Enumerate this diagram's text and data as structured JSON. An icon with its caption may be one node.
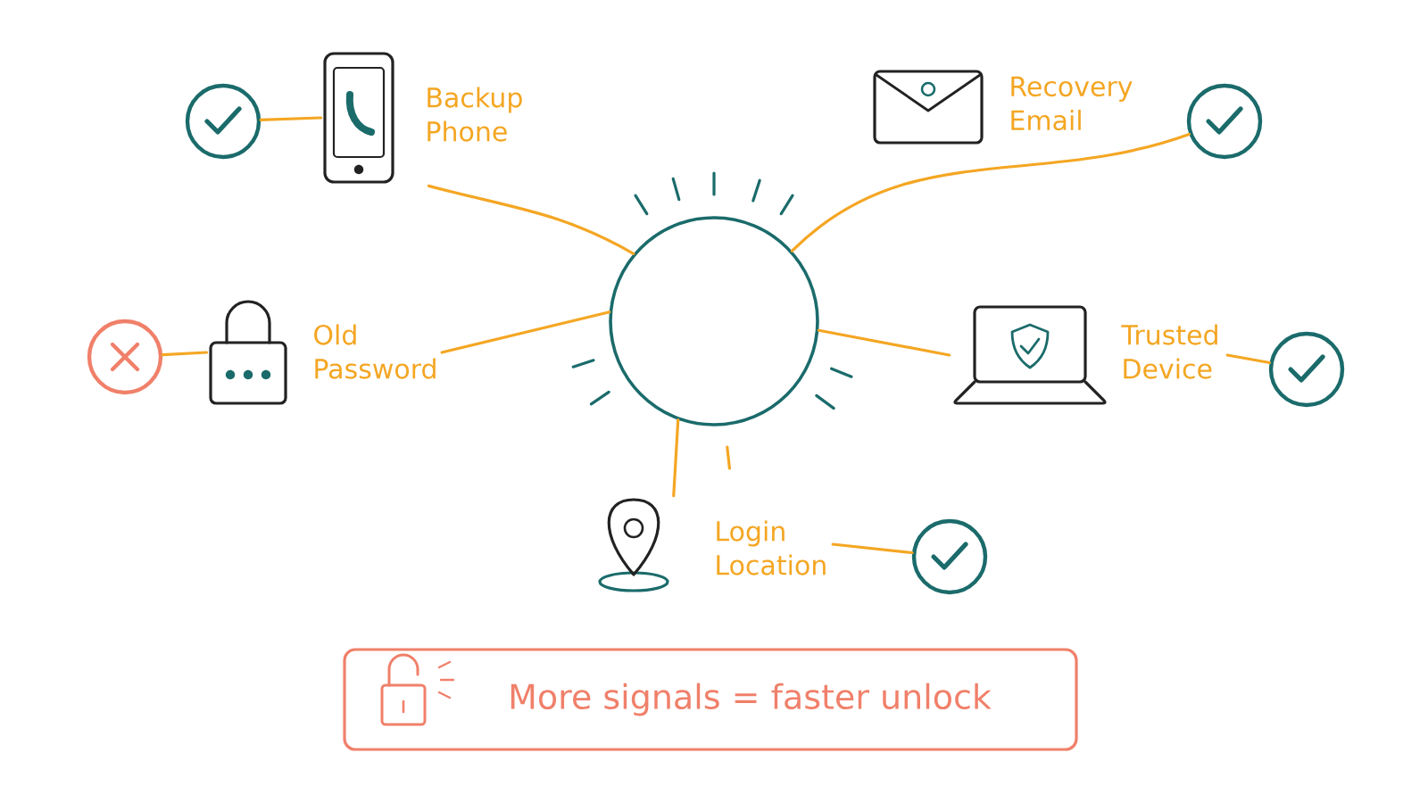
{
  "diagram": {
    "nodes": [
      {
        "text": [
          "Backup Phone"
        ]
      },
      {
        "text": [],
        "shape": "check"
      },
      {
        "text": [
          "Recovery Email"
        ]
      },
      {
        "text": [],
        "shape": "check"
      },
      {
        "text": [],
        "shape": "circle"
      },
      {
        "text": [
          "Old Password"
        ]
      },
      {
        "text": [],
        "shape": "cross"
      },
      {
        "text": [
          "Trusted Device"
        ]
      },
      {
        "text": [],
        "shape": "check"
      },
      {
        "text": [
          "Login Location"
        ]
      },
      {
        "text": [],
        "shape": "check"
      },
      {
        "text": [
          "More signals = faster unlock"
        ]
      }
    ],
    "edges": [
      {
        "from": 4,
        "to": 0,
        "arrow": "none"
      },
      {
        "from": 1,
        "to": 0,
        "arrow": "none"
      },
      {
        "from": 4,
        "to": 3,
        "arrow": "none"
      },
      {
        "from": 4,
        "to": 5,
        "arrow": "none"
      },
      {
        "from": 6,
        "to": 5,
        "arrow": "none"
      },
      {
        "from": 4,
        "to": 7,
        "arrow": "none"
      },
      {
        "from": 7,
        "to": 8,
        "arrow": "none"
      },
      {
        "from": 4,
        "to": 9,
        "arrow": "none"
      },
      {
        "from": 9,
        "to": 10,
        "arrow": "none"
      }
    ]
  }
}
